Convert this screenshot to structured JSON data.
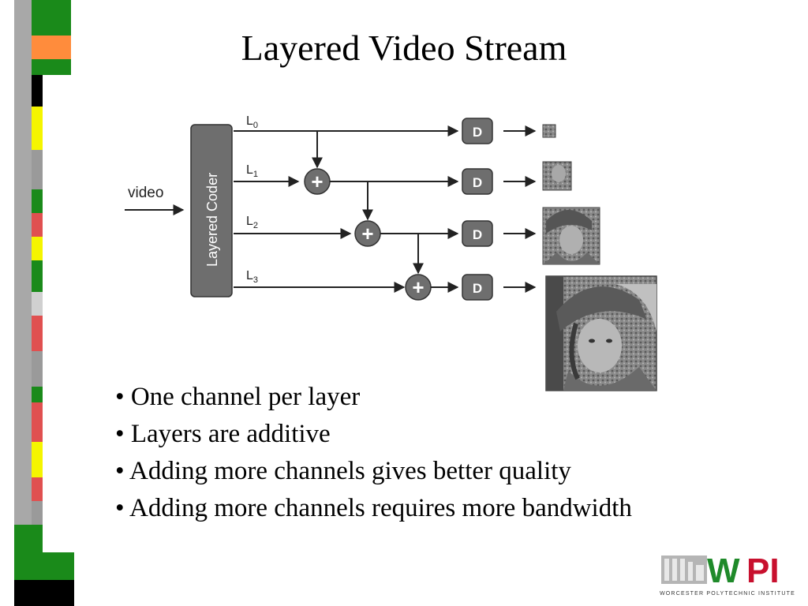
{
  "slide": {
    "title": "Layered Video Stream"
  },
  "diagram": {
    "input_label": "video",
    "coder_label": "Layered Coder",
    "layers": [
      {
        "name": "L",
        "sub": "0"
      },
      {
        "name": "L",
        "sub": "1"
      },
      {
        "name": "L",
        "sub": "2"
      },
      {
        "name": "L",
        "sub": "3"
      }
    ],
    "adder_symbol": "+",
    "decoder_label": "D",
    "colors": {
      "coder_fill": "#6e6e6e",
      "decoder_fill": "#6e6e6e",
      "adder_fill": "#6e6e6e",
      "line": "#222222"
    }
  },
  "bullets": [
    "One channel per layer",
    "Layers are additive",
    "Adding more channels gives better quality",
    "Adding more channels requires more bandwidth"
  ],
  "logo": {
    "letters_left": "W",
    "letters_right": "PI",
    "subtitle": "WORCESTER POLYTECHNIC INSTITUTE",
    "colors": {
      "green": "#1f8a2a",
      "red": "#c8102e"
    }
  },
  "decor": {
    "strip_colors": [
      "#1a8a1a",
      "#f5f500",
      "#e05050",
      "#ff8c3c",
      "#9a9a9a",
      "#000000"
    ]
  }
}
